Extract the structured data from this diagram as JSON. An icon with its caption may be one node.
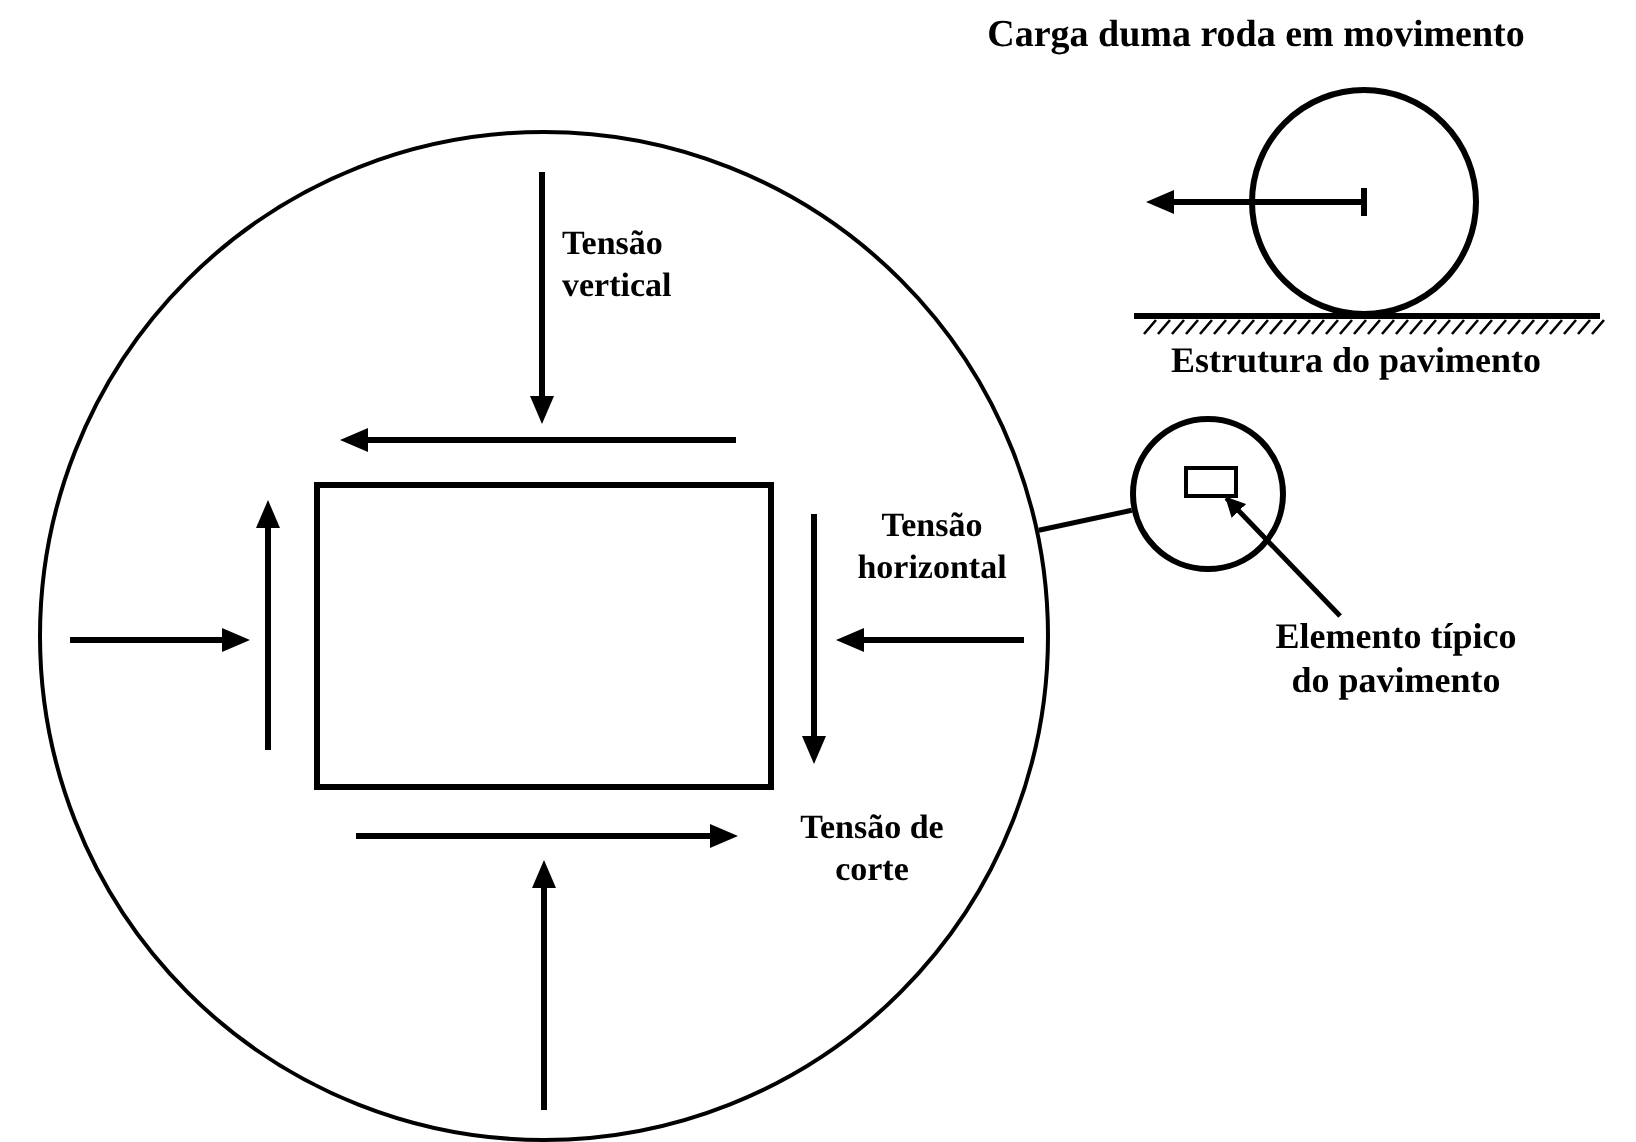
{
  "diagram": {
    "nodes": [
      {
        "text": [],
        "shape": "circle"
      },
      {
        "text": [],
        "shape": "box",
        "in": 0
      },
      {
        "text": [],
        "shape": "circle"
      },
      {
        "text": [],
        "shape": "box",
        "in": 2
      },
      {
        "text": [
          "Elemento típico do pavimento"
        ]
      }
    ],
    "edges": [
      {
        "from": 0,
        "to": 2,
        "arrow": "none"
      },
      {
        "from": 4,
        "to": 3,
        "arrow": "to"
      }
    ],
    "labels": [
      "Carga duma roda em movimento",
      "Estrutura do pavimento",
      "Tensão vertical",
      "Tensão horizontal",
      "Tensão de corte"
    ]
  }
}
